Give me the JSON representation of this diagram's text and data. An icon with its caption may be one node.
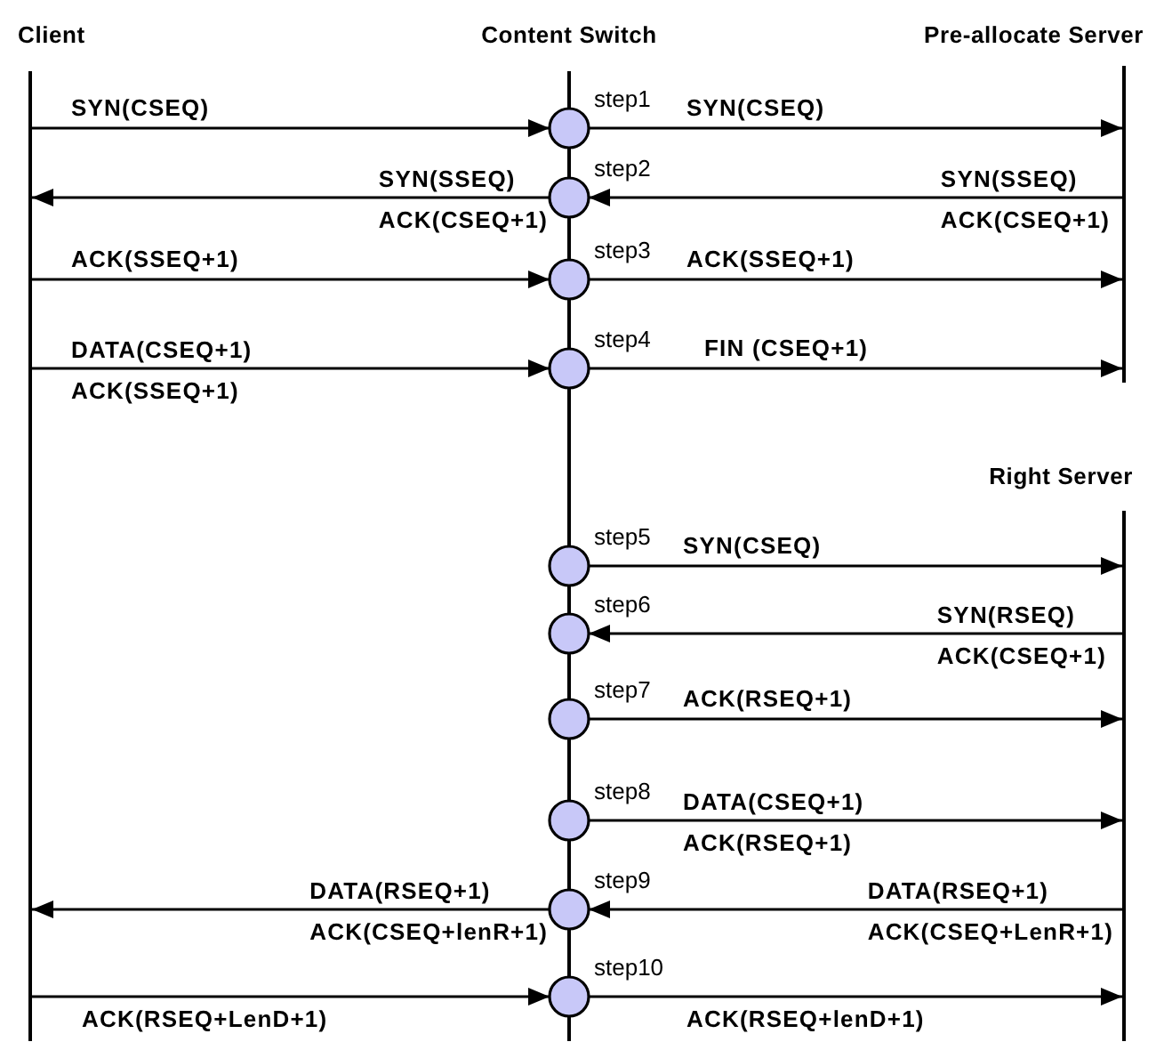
{
  "diagram": {
    "nodes": [
      {
        "text": [
          "Client"
        ]
      },
      {
        "text": [
          "Content Switch"
        ]
      },
      {
        "text": [
          "Pre-allocate Server"
        ]
      },
      {
        "text": [
          "Right Server"
        ]
      },
      {
        "text": [],
        "shape": "circle",
        "beside": [
          "step1"
        ]
      },
      {
        "text": [],
        "shape": "circle",
        "beside": [
          "step2"
        ]
      },
      {
        "text": [],
        "shape": "circle",
        "beside": [
          "step3"
        ]
      },
      {
        "text": [],
        "shape": "circle",
        "beside": [
          "step4"
        ]
      },
      {
        "text": [],
        "shape": "circle",
        "beside": [
          "step5"
        ]
      },
      {
        "text": [],
        "shape": "circle",
        "beside": [
          "step6"
        ]
      },
      {
        "text": [],
        "shape": "circle",
        "beside": [
          "step7"
        ]
      },
      {
        "text": [],
        "shape": "circle",
        "beside": [
          "step8"
        ]
      },
      {
        "text": [],
        "shape": "circle",
        "beside": [
          "step9"
        ]
      },
      {
        "text": [],
        "shape": "circle",
        "beside": [
          "step10"
        ]
      }
    ],
    "edges": [
      {
        "from": 0,
        "to": 4,
        "arrow": "to",
        "label": "SYN(CSEQ)"
      },
      {
        "from": 4,
        "to": 2,
        "arrow": "to",
        "label": "SYN(CSEQ)"
      },
      {
        "from": 2,
        "to": 5,
        "arrow": "to",
        "label": "SYN(SSEQ) ACK(CSEQ+1)"
      },
      {
        "from": 5,
        "to": 0,
        "arrow": "to",
        "label": "SYN(SSEQ) ACK(CSEQ+1)"
      },
      {
        "from": 0,
        "to": 6,
        "arrow": "to",
        "label": "ACK(SSEQ+1)"
      },
      {
        "from": 6,
        "to": 2,
        "arrow": "to",
        "label": "ACK(SSEQ+1)"
      },
      {
        "from": 0,
        "to": 7,
        "arrow": "to",
        "label": "DATA(CSEQ+1) ACK(SSEQ+1)"
      },
      {
        "from": 7,
        "to": 2,
        "arrow": "to",
        "label": "FIN (CSEQ+1)"
      },
      {
        "from": 8,
        "to": 3,
        "arrow": "to",
        "label": "SYN(CSEQ)"
      },
      {
        "from": 3,
        "to": 9,
        "arrow": "to",
        "label": "SYN(RSEQ) ACK(CSEQ+1)"
      },
      {
        "from": 10,
        "to": 3,
        "arrow": "to",
        "label": "ACK(RSEQ+1)"
      },
      {
        "from": 11,
        "to": 3,
        "arrow": "to",
        "label": "DATA(CSEQ+1) ACK(RSEQ+1)"
      },
      {
        "from": 3,
        "to": 12,
        "arrow": "to",
        "label": "DATA(RSEQ+1) ACK(CSEQ+LenR+1)"
      },
      {
        "from": 12,
        "to": 0,
        "arrow": "to",
        "label": "DATA(RSEQ+1) ACK(CSEQ+lenR+1)"
      },
      {
        "from": 0,
        "to": 13,
        "arrow": "to",
        "label": "ACK(RSEQ+LenD+1)"
      },
      {
        "from": 13,
        "to": 3,
        "arrow": "to",
        "label": "ACK(RSEQ+lenD+1)"
      }
    ]
  }
}
